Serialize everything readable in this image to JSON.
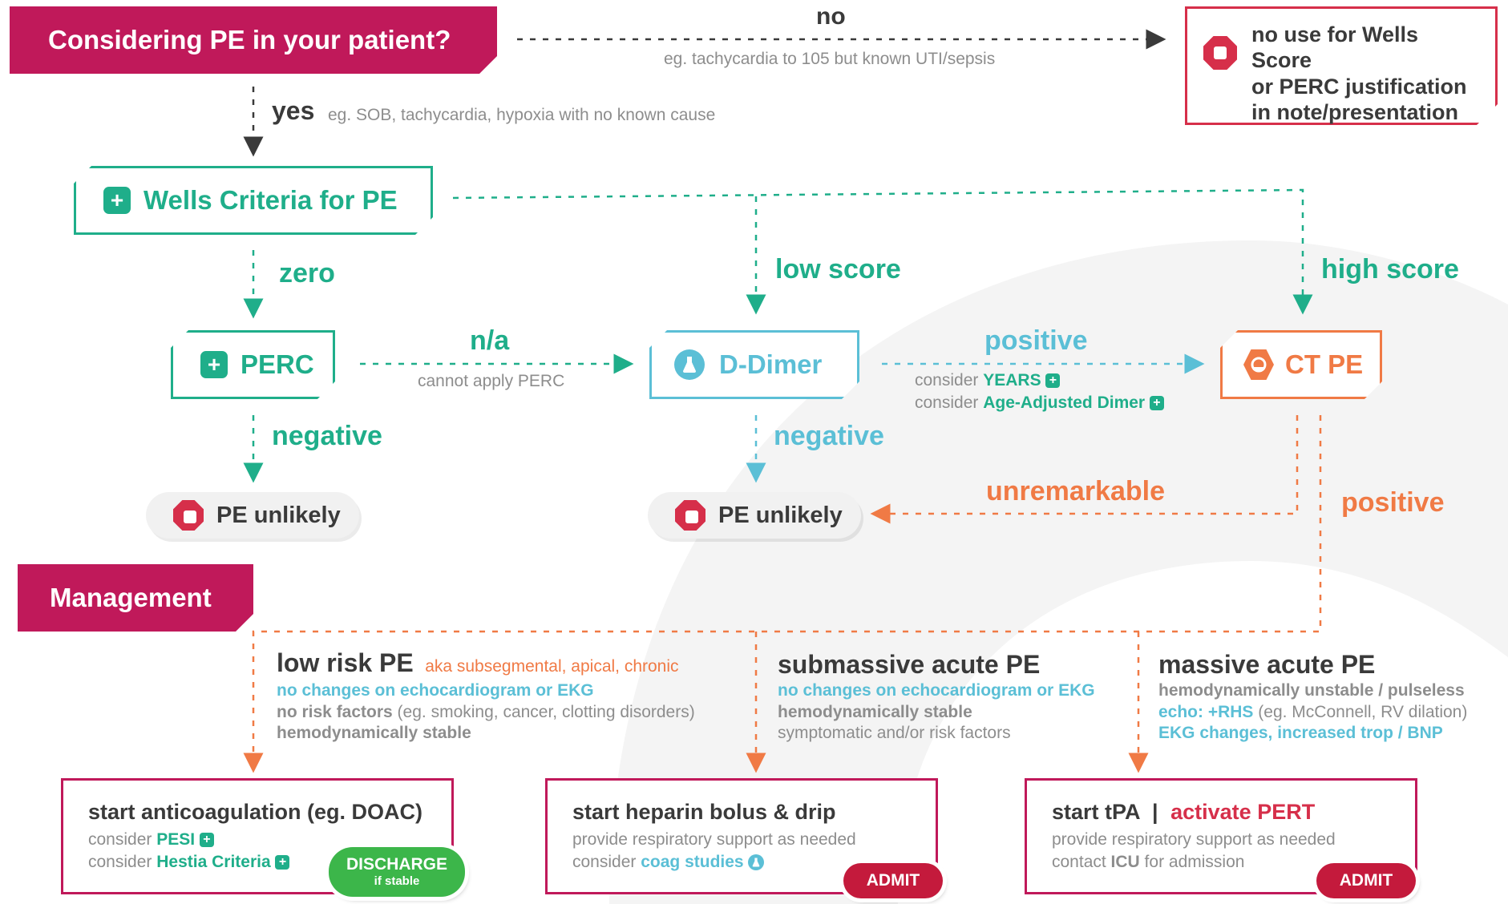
{
  "colors": {
    "magenta": "#c0195a",
    "green": "#1fae8a",
    "blue": "#5bbfd6",
    "orange": "#f07a45",
    "red": "#d62f4a",
    "grey": "#8d8d8d",
    "dark": "#3a3a3a"
  },
  "start": {
    "title": "Considering PE in your patient?"
  },
  "no_branch": {
    "label": "no",
    "note": "eg. tachycardia to 105 but known UTI/sepsis",
    "box_lines": [
      "no use for Wells Score",
      "or PERC justification",
      "in note/presentation"
    ],
    "icon": "stop-icon"
  },
  "yes_branch": {
    "label": "yes",
    "note": "eg. SOB, tachycardia, hypoxia with no known cause"
  },
  "wells": {
    "title": "Wells Criteria for PE",
    "icon": "plus-icon"
  },
  "scores": {
    "zero": "zero",
    "low": "low score",
    "high": "high score"
  },
  "perc": {
    "title": "PERC",
    "icon": "plus-icon",
    "na_label": "n/a",
    "na_note": "cannot apply PERC",
    "negative": "negative",
    "result": "PE unlikely"
  },
  "ddimer": {
    "title": "D-Dimer",
    "icon": "flask-icon",
    "positive": "positive",
    "consider": "consider",
    "years": "YEARS",
    "age_adjusted": "Age-Adjusted Dimer",
    "negative": "negative",
    "result": "PE unlikely"
  },
  "ctpe": {
    "title": "CT PE",
    "icon": "ct-icon",
    "unremarkable": "unremarkable",
    "positive": "positive"
  },
  "management": {
    "title": "Management"
  },
  "low_risk": {
    "title": "low risk PE",
    "aka": "aka subsegmental, apical, chronic",
    "line1": "no changes on echocardiogram or EKG",
    "line2_bold": "no risk factors",
    "line2_rest": " (eg. smoking, cancer, clotting disorders)",
    "line3": "hemodynamically stable"
  },
  "submassive": {
    "title": "submassive acute PE",
    "line1": "no changes on echocardiogram or EKG",
    "line2": "hemodynamically stable",
    "line3": "symptomatic and/or risk factors"
  },
  "massive": {
    "title": "massive acute PE",
    "line1": "hemodynamically unstable / pulseless",
    "line2_bold": "echo: +RHS",
    "line2_rest": " (eg. McConnell, RV dilation)",
    "line3": "EKG changes, increased trop / BNP"
  },
  "box_low": {
    "title": "start anticoagulation (eg. DOAC)",
    "consider": "consider",
    "pesi": "PESI",
    "hestia": "Hestia Criteria",
    "button": "DISCHARGE",
    "button_sub": "if stable"
  },
  "box_sub": {
    "title": "start heparin bolus & drip",
    "line1": "provide respiratory support as needed",
    "consider": "consider",
    "coag": "coag studies",
    "button": "ADMIT"
  },
  "box_massive": {
    "title": "start tPA",
    "sep": "|",
    "pert": "activate PERT",
    "line1": "provide respiratory support as needed",
    "line2_pre": "contact ",
    "icu": "ICU",
    "line2_post": " for admission",
    "button": "ADMIT"
  }
}
